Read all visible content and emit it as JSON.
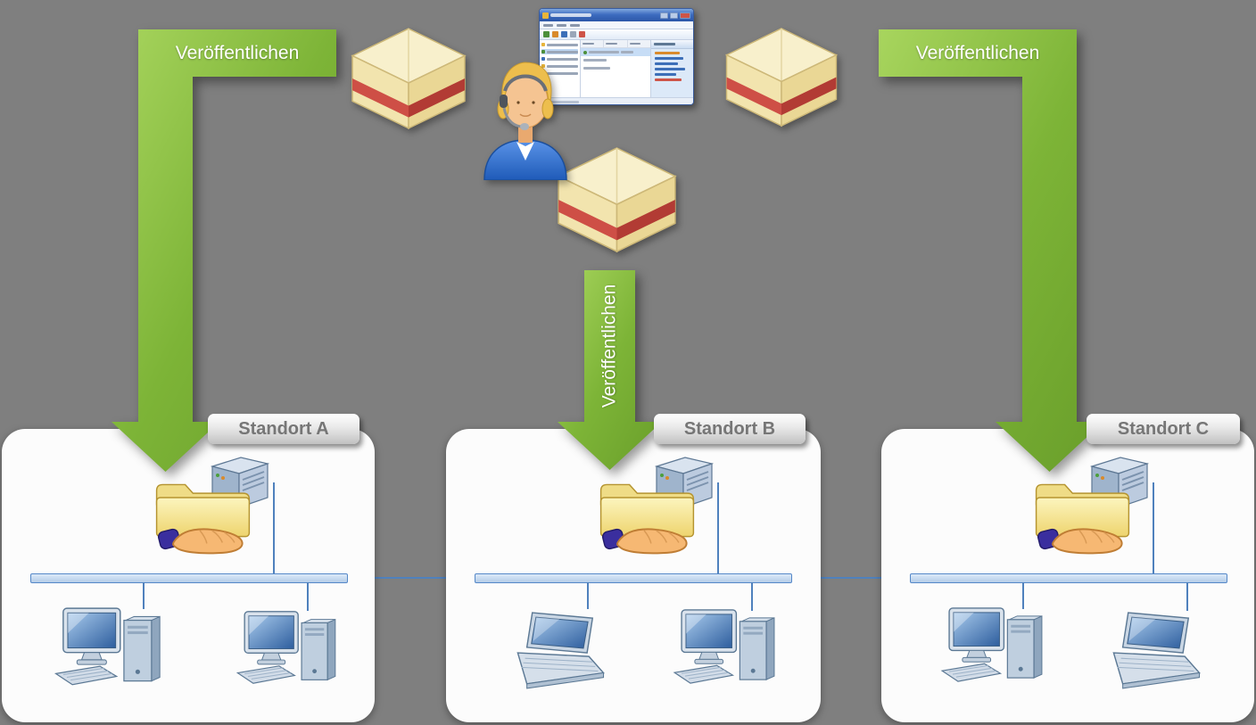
{
  "arrows": [
    {
      "label": "Veröffentlichen",
      "orientation": "elbow-down-left"
    },
    {
      "label": "Veröffentlichen",
      "orientation": "vertical"
    },
    {
      "label": "Veröffentlichen",
      "orientation": "elbow-down-right"
    }
  ],
  "sites": [
    {
      "label": "Standort A",
      "devices": [
        "shared-folder",
        "server",
        "desktop-pc",
        "desktop-pc"
      ]
    },
    {
      "label": "Standort B",
      "devices": [
        "shared-folder",
        "server",
        "laptop",
        "desktop-pc"
      ]
    },
    {
      "label": "Standort C",
      "devices": [
        "shared-folder",
        "server",
        "desktop-pc",
        "laptop"
      ]
    }
  ],
  "figures": {
    "admin_user": "person-with-headset",
    "packages": [
      "software-package",
      "software-package",
      "software-package"
    ],
    "app_window": "management-console-window"
  },
  "colors": {
    "background": "#7F7F7F",
    "arrow_green": "#7DB437",
    "site_box": "#FCFCFC",
    "site_label_text": "#767676",
    "network_blue": "#4F81BD",
    "package_red": "#C64A42",
    "folder_yellow": "#F2DE8C"
  }
}
